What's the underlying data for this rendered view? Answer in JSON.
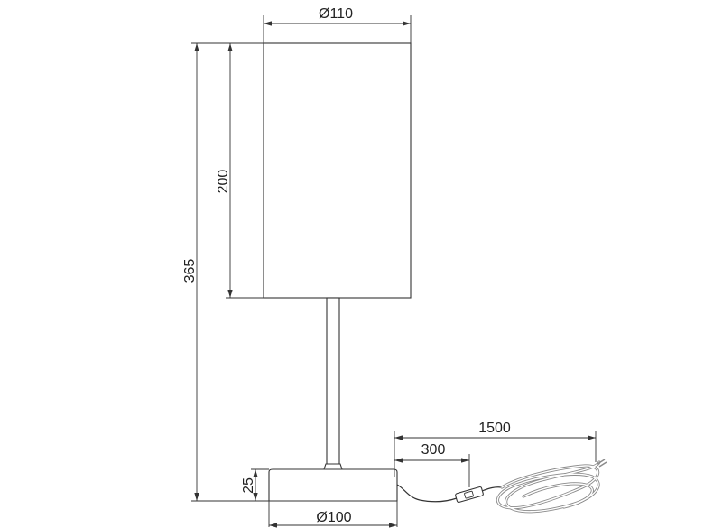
{
  "dimensions": {
    "shade_diameter": "Ø110",
    "shade_height": "200",
    "total_height": "365",
    "base_height": "25",
    "base_diameter": "Ø100",
    "switch_distance": "300",
    "cable_length": "1500"
  },
  "colors": {
    "line": "#333333",
    "cable": "#8a8a8a"
  }
}
